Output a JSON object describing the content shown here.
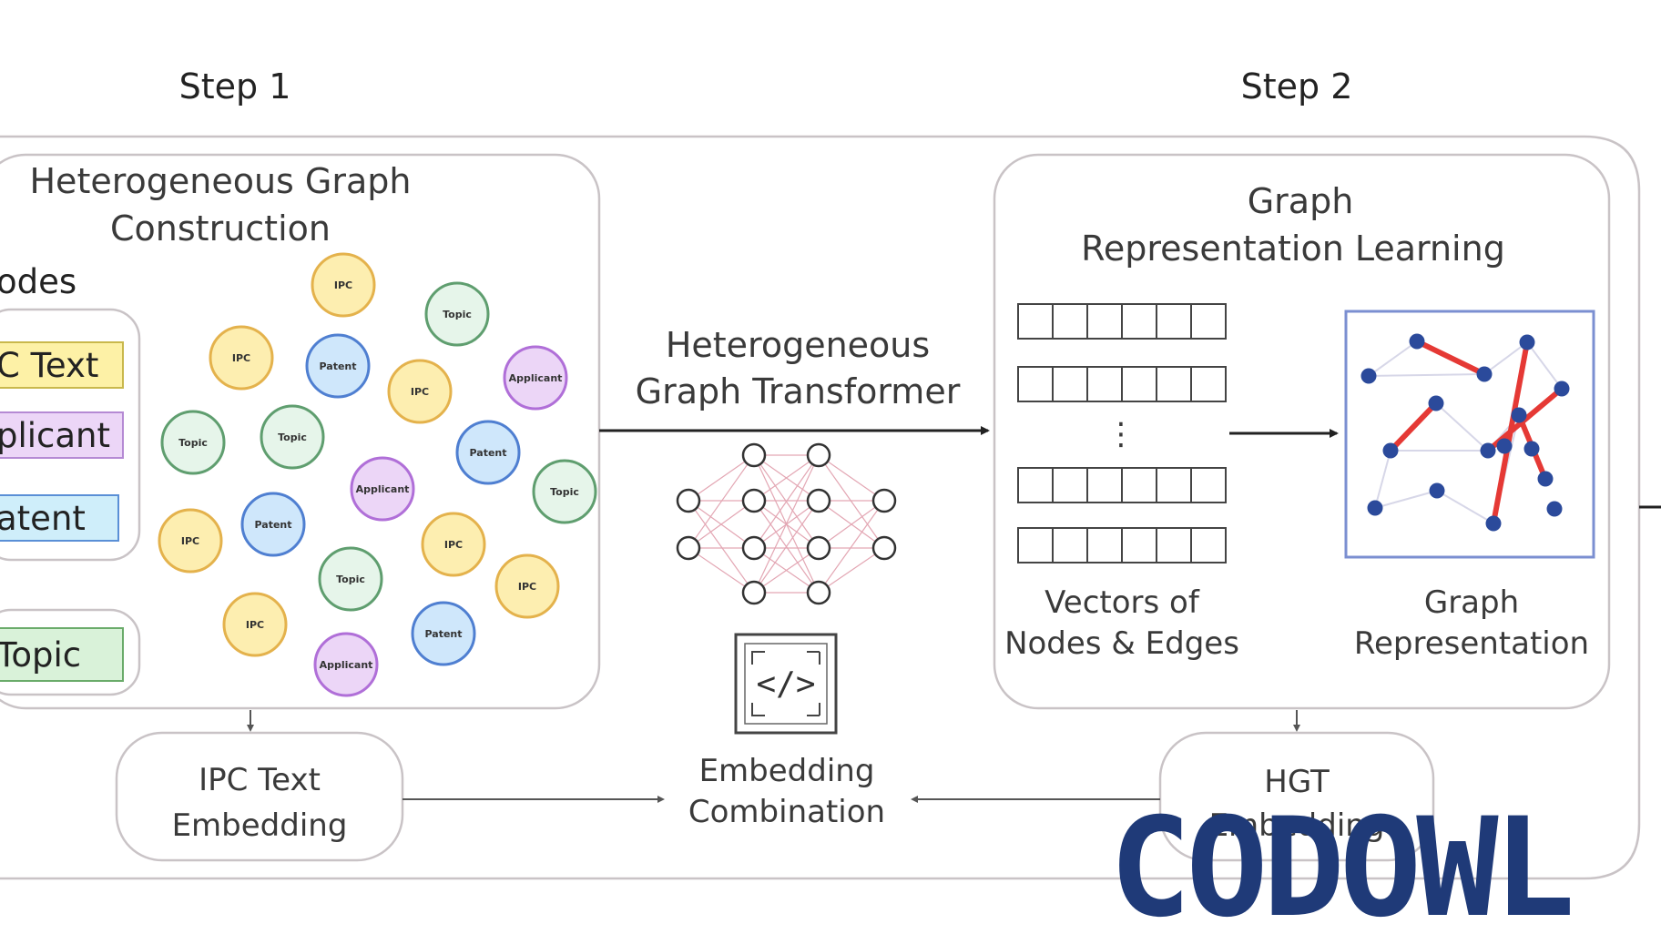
{
  "steps": {
    "step1": "Step 1",
    "step2": "Step 2"
  },
  "construction": {
    "title_line1": "Heterogeneous Graph",
    "title_line2": "Construction",
    "nodes_label": "odes",
    "legend": [
      {
        "label": "C Text",
        "color": "#fdf1a6",
        "border": "#c9b84c"
      },
      {
        "label": "plicant",
        "color": "#ecd6f7",
        "border": "#b58ad4"
      },
      {
        "label": "atent",
        "color": "#cfeefa",
        "border": "#5a8fd6"
      },
      {
        "label": "Topic",
        "color": "#d9f2d9",
        "border": "#6aab6a"
      }
    ],
    "node_types": {
      "IPC": {
        "label": "IPC",
        "fill": "#fdeeb0",
        "stroke": "#e4b24c"
      },
      "Patent": {
        "label": "Patent",
        "fill": "#cfe7fb",
        "stroke": "#4f7fd1"
      },
      "Applicant": {
        "label": "Applicant",
        "fill": "#ecd6f7",
        "stroke": "#b06fd8"
      },
      "Topic": {
        "label": "Topic",
        "fill": "#e6f5ea",
        "stroke": "#5f9e6f"
      }
    }
  },
  "transformer": {
    "line1": "Heterogeneous",
    "line2": "Graph Transformer"
  },
  "learning": {
    "title_line1": "Graph",
    "title_line2": "Representation Learning",
    "vectors_line1": "Vectors of",
    "vectors_line2": "Nodes & Edges",
    "ellipsis": "⋮",
    "graph_line1": "Graph",
    "graph_line2": "Representation"
  },
  "ipc_embedding": {
    "line1": "IPC Text",
    "line2": "Embedding"
  },
  "combination": {
    "line1": "Embedding",
    "line2": "Combination",
    "icon": "code-chip-icon"
  },
  "hgt_embedding": {
    "line1": "HGT",
    "line2": "Embedding"
  },
  "watermark": "CODOWL",
  "colors": {
    "edge_red": "#e53935",
    "node_blue": "#2b4a9b",
    "box_border": "#c9c3c6"
  }
}
